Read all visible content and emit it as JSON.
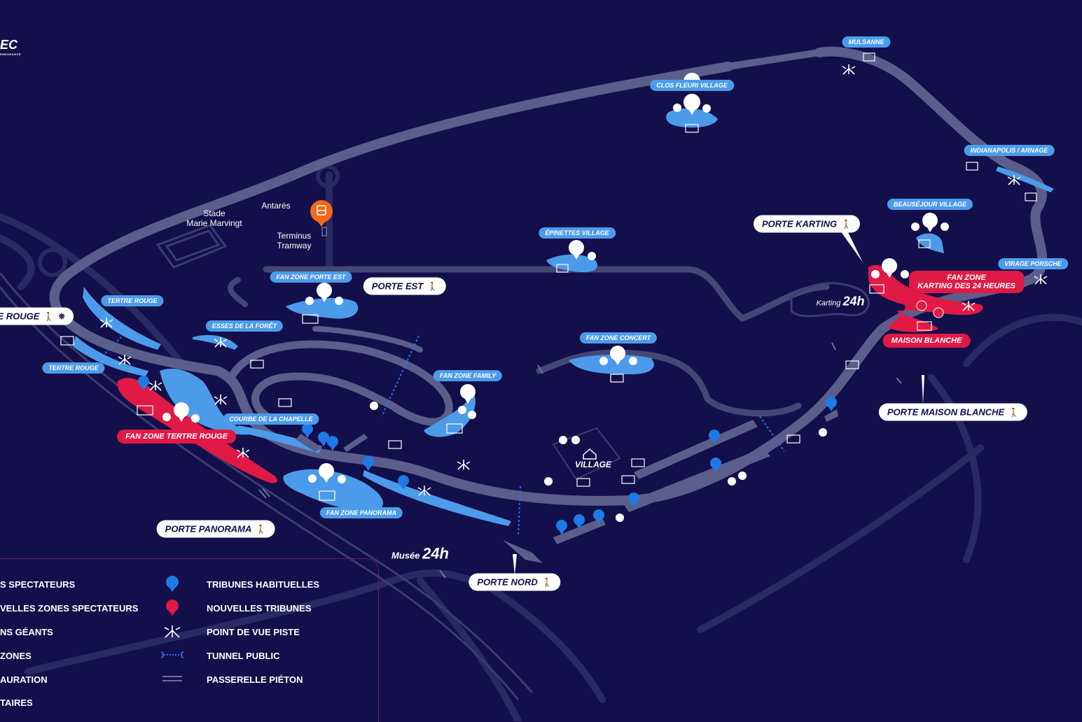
{
  "logo": {
    "text": "EC",
    "subtext": "ENDURANCE"
  },
  "landmarks": {
    "stade": "Stade\nMarie Marvingt",
    "antares": "Antarès",
    "tram": "Terminus\nTramway",
    "village": "VILLAGE",
    "karting": "Karting",
    "musee": "Musée"
  },
  "zones": {
    "mulsanne": "MULSANNE",
    "clos_fleuri": "CLOS FLEURI VILLAGE",
    "indianapolis": "INDIANAPOLIS / ARNAGE",
    "beausejour": "BEAUSÉJOUR VILLAGE",
    "virage_porsche": "VIRAGE PORSCHE",
    "epinettes": "ÉPINETTES VILLAGE",
    "fz_porte_est": "FAN ZONE PORTE EST",
    "tertre_rouge_1": "TERTRE ROUGE",
    "esses": "ESSES DE LA FORÊT",
    "tertre_rouge_2": "TERTRE ROUGE",
    "fz_concert": "FAN ZONE CONCERT",
    "fz_family": "FAN ZONE FAMILY",
    "courbe": "COURBE DE LA CHAPELLE",
    "fz_panorama": "FAN ZONE PANORAMA"
  },
  "portes": {
    "karting": "PORTE KARTING",
    "est": "PORTE EST",
    "tertre_rouge": "RE ROUGE",
    "panorama": "PORTE PANORAMA",
    "nord": "PORTE NORD",
    "maison_blanche": "PORTE MAISON BLANCHE"
  },
  "red_labels": {
    "fz_karting": "FAN ZONE\nKARTING DES 24 HEURES",
    "maison_blanche": "MAISON BLANCHE",
    "fz_tertre_rouge": "FAN ZONE TERTRE ROUGE"
  },
  "legend": {
    "left": [
      "S SPECTATEURS",
      "VELLES ZONES SPECTATEURS",
      "NS GÉANTS",
      "ZONES",
      "AURATION",
      "TAIRES"
    ],
    "right": [
      "TRIBUNES HABITUELLES",
      "NOUVELLES TRIBUNES",
      "POINT DE VUE PISTE",
      "TUNNEL PUBLIC",
      "PASSERELLE PIÉTON"
    ]
  },
  "colors": {
    "background": "#130f4a",
    "track": "#4a4d78",
    "spectator_zone": "#4c9bea",
    "new_zone": "#e01a45",
    "tram": "#f26a1b",
    "tunnel": "#2b6fe8"
  },
  "icons": [
    "pedestrian-icon",
    "steering-wheel-icon",
    "tram-icon",
    "fan-zone-pin-icon",
    "screen-icon",
    "viewpoint-icon",
    "tunnel-icon",
    "grandstand-pin-icon",
    "footbridge-icon",
    "restaurant-pin-icon"
  ]
}
